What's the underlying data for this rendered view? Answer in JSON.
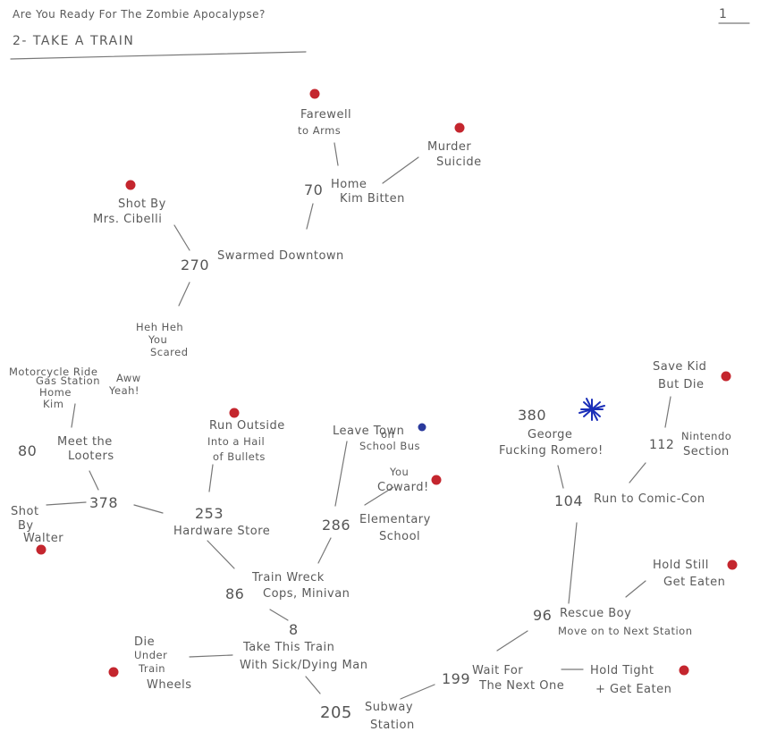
{
  "header": {
    "title": "Are You Ready For The Zombie Apocalypse?",
    "subtitle": "2- TAKE A TRAIN",
    "corner": "1"
  },
  "nodes": {
    "n205": {
      "num": "205",
      "lines": [
        "Subway",
        "Station"
      ]
    },
    "n199": {
      "num": "199",
      "lines": [
        "Wait For",
        "The Next One"
      ]
    },
    "n_holdtight": {
      "lines": [
        "Hold Tight",
        "+ Get Eaten"
      ]
    },
    "n96": {
      "num": "96",
      "lines": [
        "Rescue Boy",
        "Move on to Next Station"
      ]
    },
    "n_holdstill": {
      "lines": [
        "Hold Still",
        "Get Eaten"
      ]
    },
    "n104": {
      "num": "104",
      "lines": [
        "Run to Comic-Con"
      ]
    },
    "n112": {
      "num": "112",
      "lines": [
        "Nintendo",
        "Section"
      ]
    },
    "n_savekid": {
      "lines": [
        "Save Kid",
        "But Die"
      ]
    },
    "n380": {
      "num": "380",
      "lines": [
        "George",
        "Fucking Romero!"
      ]
    },
    "n8": {
      "num": "8",
      "lines": [
        "Take This Train",
        "With Sick/Dying Man"
      ]
    },
    "n_die_under": {
      "lines": [
        "Die",
        "Under",
        "Train",
        "Wheels"
      ]
    },
    "n86": {
      "num": "86",
      "lines": [
        "Train Wreck",
        "Cops, Minivan"
      ]
    },
    "n286": {
      "num": "286",
      "lines": [
        "Elementary",
        "School"
      ]
    },
    "n_coward": {
      "lines": [
        "You",
        "Coward!"
      ]
    },
    "n_leave": {
      "lines": [
        "Leave Town",
        "on",
        "School Bus"
      ]
    },
    "n253": {
      "num": "253",
      "lines": [
        "Hardware Store"
      ]
    },
    "n_runoutside": {
      "lines": [
        "Run Outside",
        "Into a Hail",
        "of Bullets"
      ]
    },
    "n378": {
      "num": "378"
    },
    "n_shotwalter": {
      "lines": [
        "Shot",
        "By",
        "Walter"
      ]
    },
    "n80": {
      "num": "80",
      "lines": [
        "Meet the",
        "Looters"
      ]
    },
    "n_motorcycle": {
      "lines": [
        "Motorcycle Ride",
        "Gas Station",
        "Home",
        "Kim"
      ]
    },
    "n_aww": {
      "lines": [
        "Aww",
        "Yeah!"
      ]
    },
    "n_heh": {
      "lines": [
        "Heh Heh",
        "You",
        "Scared"
      ]
    },
    "n270": {
      "num": "270",
      "lines": [
        "Swarmed Downtown"
      ]
    },
    "n_shotcibelli": {
      "lines": [
        "Shot By",
        "Mrs. Cibelli"
      ]
    },
    "n70": {
      "num": "70",
      "lines": [
        "Home",
        "Kim Bitten"
      ]
    },
    "n_farewell": {
      "lines": [
        "Farewell",
        "to Arms"
      ]
    },
    "n_murder": {
      "lines": [
        "Murder",
        "Suicide"
      ]
    }
  },
  "colors": {
    "ink": "#5a5a5a",
    "ending_dot": "#c4262e",
    "escape_dot": "#2a3a9c",
    "star_burst": "#1b2fb8"
  }
}
